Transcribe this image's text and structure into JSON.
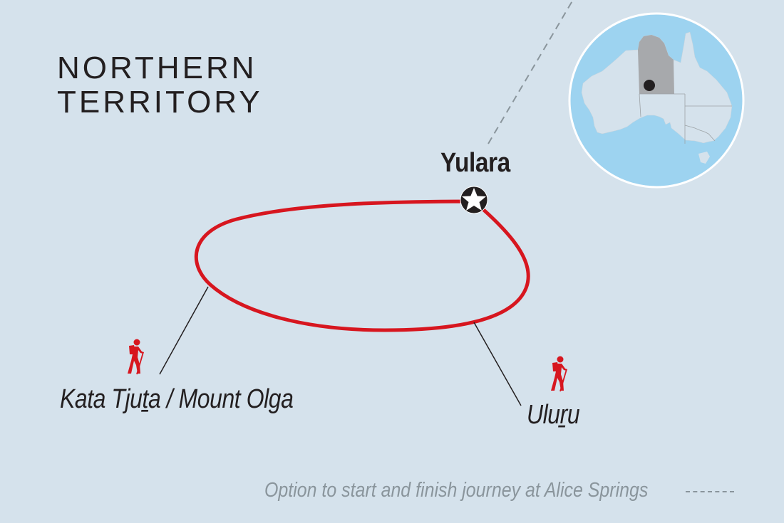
{
  "map": {
    "region_title": [
      "NORTHERN",
      "TERRITORY"
    ],
    "start_end_point": {
      "name": "Yulara",
      "marker": "star-in-circle-icon"
    },
    "stops": [
      {
        "name": "Kata Tjuṯa / Mount Olga",
        "icon": "hiker-icon"
      },
      {
        "name": "Uluṟu",
        "icon": "hiker-icon"
      }
    ],
    "legend": {
      "optional_route_note": "Option to start and finish journey at Alice Springs",
      "optional_route_style": "dashed-line"
    },
    "inset": {
      "country": "Australia",
      "highlighted_region": "Northern Territory"
    },
    "colors": {
      "background": "#d5e2ec",
      "route": "#d7161f",
      "hiker_icon": "#d7161f",
      "ocean": "#9dd3f0",
      "land": "#d5e2ec",
      "highlight_region": "#a7a9ac",
      "text": "#231f20",
      "note_text": "#8a959c"
    }
  }
}
